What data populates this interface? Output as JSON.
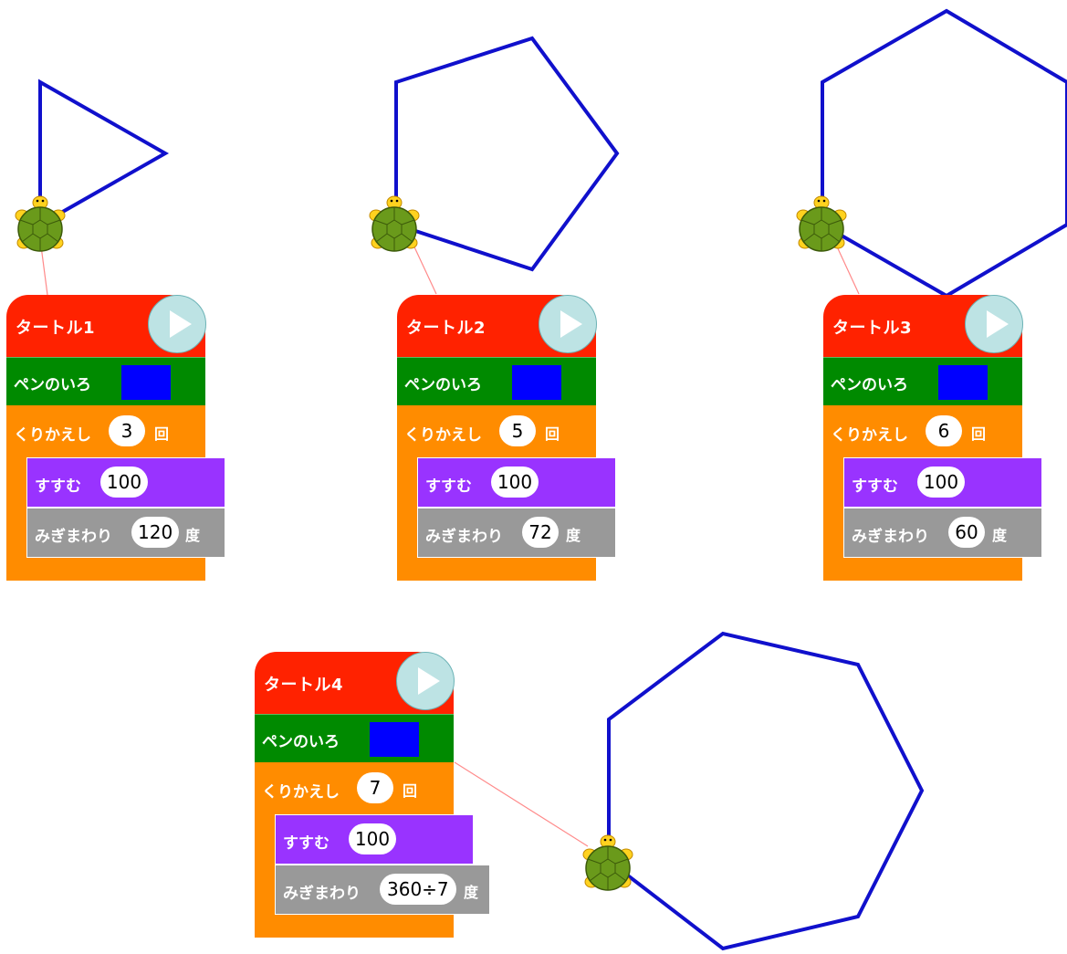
{
  "colors": {
    "hat": "#ff2200",
    "pen_block": "#008a00",
    "repeat_block": "#ff8c00",
    "move_block": "#9933ff",
    "turn_block": "#999999",
    "play_button": "#bde3e4",
    "path_stroke": "#1010cc",
    "tether_line": "#ff8a8a"
  },
  "labels": {
    "pen_color": "ペンのいろ",
    "repeat": "くりかえし",
    "repeat_unit": "回",
    "move": "すすむ",
    "turn": "みぎまわり",
    "turn_unit": "度"
  },
  "programs": [
    {
      "title": "タートル1",
      "pen_color": "#0000ff",
      "repeat": "3",
      "move": "100",
      "turn": "120",
      "sides": 3
    },
    {
      "title": "タートル2",
      "pen_color": "#0000ff",
      "repeat": "5",
      "move": "100",
      "turn": "72",
      "sides": 5
    },
    {
      "title": "タートル3",
      "pen_color": "#0000ff",
      "repeat": "6",
      "move": "100",
      "turn": "60",
      "sides": 6
    },
    {
      "title": "タートル4",
      "pen_color": "#0000ff",
      "repeat": "7",
      "move": "100",
      "turn": "360÷7",
      "sides": 7
    }
  ]
}
